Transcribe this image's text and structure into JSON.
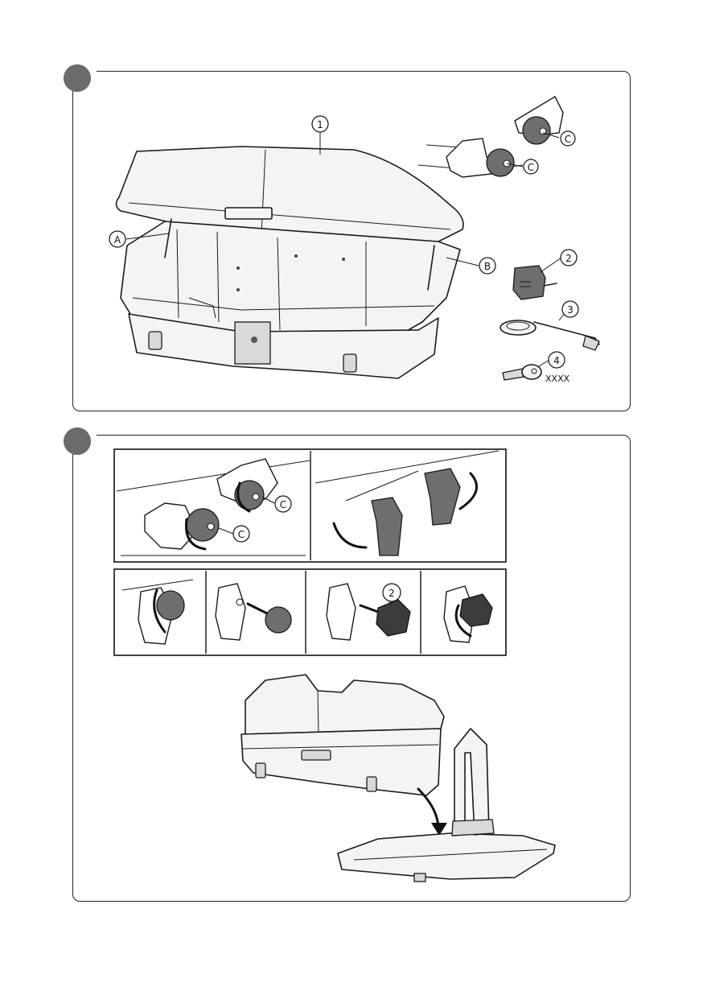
{
  "step1": {
    "callouts": {
      "part_1": "1",
      "part_2": "2",
      "part_3": "3",
      "part_4": "4",
      "point_a": "A",
      "point_b": "B",
      "knob_c_upper": "C",
      "knob_c_lower": "C"
    },
    "key_code": "XXXX"
  },
  "step2": {
    "callouts": {
      "knob_c_back": "C",
      "knob_c_front": "C",
      "part_2": "2"
    }
  }
}
